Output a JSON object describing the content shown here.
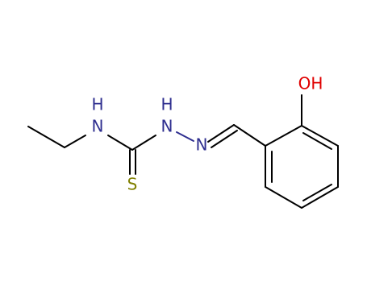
{
  "molecule": {
    "atoms": {
      "n1": {
        "label": "N",
        "h": "H"
      },
      "n2": {
        "label": "N",
        "h": "H"
      },
      "n3": {
        "label": "N"
      },
      "s": {
        "label": "S"
      },
      "o": {
        "label": "OH"
      }
    },
    "colors": {
      "bond": "#000000",
      "nitrogen": "#2e2e8f",
      "sulfur": "#808000",
      "oxygen": "#e00000"
    }
  }
}
